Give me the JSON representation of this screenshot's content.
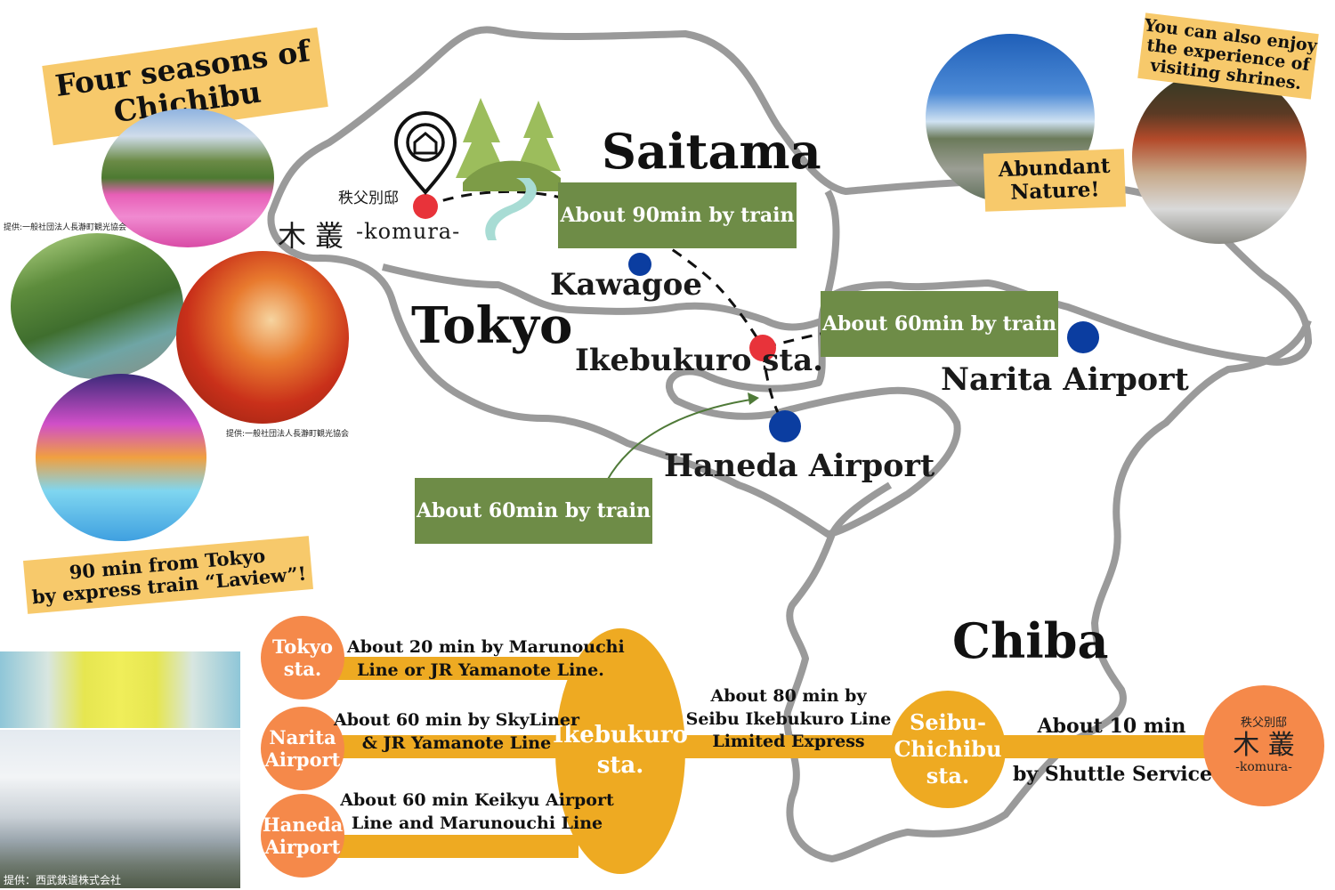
{
  "regions": {
    "saitama": "Saitama",
    "tokyo": "Tokyo",
    "chiba": "Chiba"
  },
  "places": {
    "kawagoe": "Kawagoe",
    "ikebukuro": "Ikebukuro sta.",
    "narita": "Narita Airport",
    "haneda": "Haneda Airport"
  },
  "destination": {
    "kanji_small": "秩父別邸",
    "kanji_large": "木 叢",
    "romaji": "-komura-"
  },
  "train_times": {
    "chichibu_ikebukuro": "About 90min by train",
    "ikebukuro_narita": "About 60min by train",
    "haneda": "About 60min by train"
  },
  "tags": {
    "four_seasons": [
      "Four seasons of",
      "Chichibu"
    ],
    "express": [
      "90 min from Tokyo",
      "by express train “Laview”!"
    ],
    "nature": [
      "Abundant",
      "Nature!"
    ],
    "shrines": [
      "You can also enjoy",
      "the experience of",
      "visiting shrines."
    ]
  },
  "credits": {
    "nagatoro_1": "提供:一般社団法人長瀞町観光協会",
    "nagatoro_2": "提供:一般社団法人長瀞町観光協会",
    "seibu": "提供：西武鉄道株式会社"
  },
  "route_diagram": {
    "tokyo_sta": [
      "Tokyo",
      "sta."
    ],
    "narita_airport": [
      "Narita",
      "Airport"
    ],
    "haneda_airport": [
      "Haneda",
      "Airport"
    ],
    "ikebukuro_sta": [
      "Ikebukuro",
      "sta."
    ],
    "seibu_chichibu": [
      "Seibu-",
      "Chichibu",
      "sta."
    ],
    "komura": {
      "small": "秩父別邸",
      "large": "木 叢",
      "romaji": "-komura-"
    },
    "tokyo_route": [
      "About 20 min by Marunouchi",
      "Line or JR Yamanote Line."
    ],
    "narita_route": [
      "About 60 min by  SkyLiner",
      "& JR Yamanote Line"
    ],
    "haneda_route": [
      "About 60 min Keikyu Airport",
      "Line and Marunouchi Line"
    ],
    "seibu_route": [
      "About 80 min by",
      "Seibu Ikebukuro Line",
      "Limited Express"
    ],
    "shuttle_route": [
      "About 10 min",
      "by Shuttle Service"
    ]
  },
  "colors": {
    "green": "#6e8c47",
    "orange": "#f5894a",
    "yellow": "#eeaa22",
    "tag": "#f7c96b",
    "red_dot": "#e8333a",
    "blue_dot": "#0b3da0",
    "outline": "#9a9a9a"
  },
  "icons": {
    "pin": "location-pin-home-icon",
    "trees": "forest-trees-icon",
    "river": "river-icon"
  }
}
